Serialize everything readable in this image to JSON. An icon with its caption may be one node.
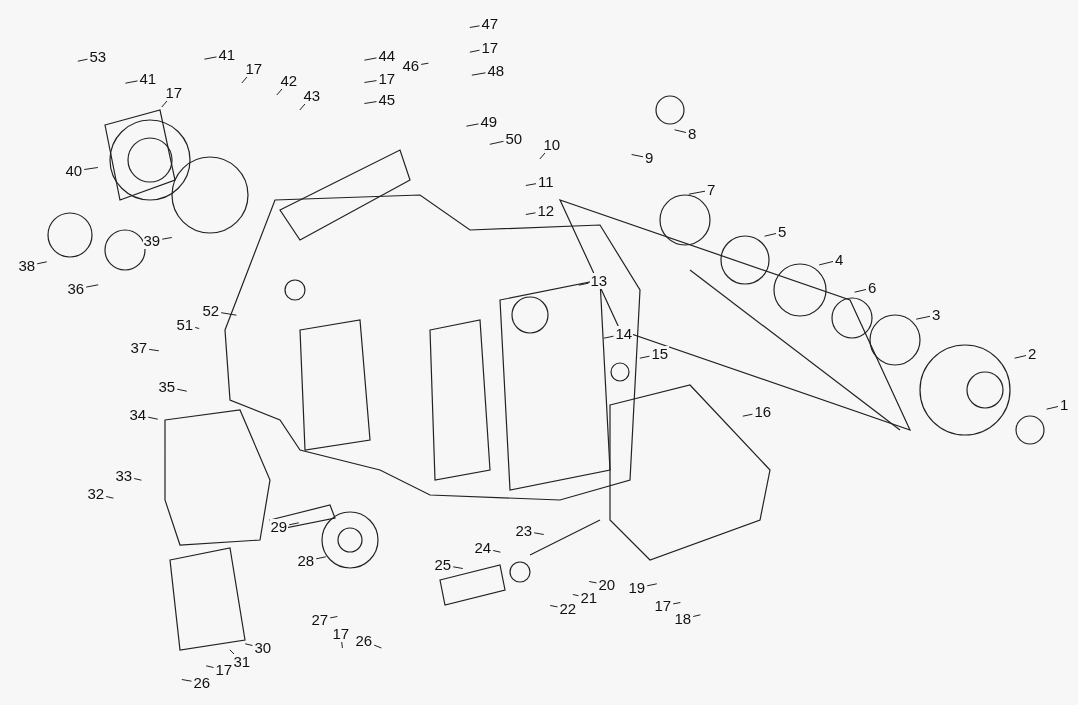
{
  "diagram": {
    "nodes": [
      {
        "text": [
          "47"
        ]
      },
      {
        "text": [
          "17"
        ]
      },
      {
        "text": [
          "41"
        ]
      },
      {
        "text": [
          "44"
        ]
      },
      {
        "text": [
          "53"
        ]
      },
      {
        "text": [
          "46"
        ]
      },
      {
        "text": [
          "17"
        ]
      },
      {
        "text": [
          "48"
        ]
      },
      {
        "text": [
          "41"
        ]
      },
      {
        "text": [
          "17"
        ]
      },
      {
        "text": [
          "42"
        ]
      },
      {
        "text": [
          "17"
        ]
      },
      {
        "text": [
          "43"
        ]
      },
      {
        "text": [
          "45"
        ]
      },
      {
        "text": [
          "49"
        ]
      },
      {
        "text": [
          "8"
        ]
      },
      {
        "text": [
          "50"
        ]
      },
      {
        "text": [
          "10"
        ]
      },
      {
        "text": [
          "9"
        ]
      },
      {
        "text": [
          "40"
        ]
      },
      {
        "text": [
          "11"
        ]
      },
      {
        "text": [
          "7"
        ]
      },
      {
        "text": [
          "12"
        ]
      },
      {
        "text": [
          "5"
        ]
      },
      {
        "text": [
          "39"
        ]
      },
      {
        "text": [
          "4"
        ]
      },
      {
        "text": [
          "38"
        ]
      },
      {
        "text": [
          "13"
        ]
      },
      {
        "text": [
          "6"
        ]
      },
      {
        "text": [
          "36"
        ]
      },
      {
        "text": [
          "52"
        ]
      },
      {
        "text": [
          "3"
        ]
      },
      {
        "text": [
          "51"
        ]
      },
      {
        "text": [
          "14"
        ]
      },
      {
        "text": [
          "37"
        ]
      },
      {
        "text": [
          "2"
        ]
      },
      {
        "text": [
          "15"
        ]
      },
      {
        "text": [
          "35"
        ]
      },
      {
        "text": [
          "1"
        ]
      },
      {
        "text": [
          "16"
        ]
      },
      {
        "text": [
          "34"
        ]
      },
      {
        "text": [
          "33"
        ]
      },
      {
        "text": [
          "32"
        ]
      },
      {
        "text": [
          "29"
        ]
      },
      {
        "text": [
          "23"
        ]
      },
      {
        "text": [
          "24"
        ]
      },
      {
        "text": [
          "28"
        ]
      },
      {
        "text": [
          "25"
        ]
      },
      {
        "text": [
          "20"
        ]
      },
      {
        "text": [
          "19"
        ]
      },
      {
        "text": [
          "21"
        ]
      },
      {
        "text": [
          "17"
        ]
      },
      {
        "text": [
          "22"
        ]
      },
      {
        "text": [
          "27"
        ]
      },
      {
        "text": [
          "18"
        ]
      },
      {
        "text": [
          "17"
        ]
      },
      {
        "text": [
          "26"
        ]
      },
      {
        "text": [
          "30"
        ]
      },
      {
        "text": [
          "31"
        ]
      },
      {
        "text": [
          "17"
        ]
      },
      {
        "text": [
          "26"
        ]
      }
    ],
    "edges": [
      {
        "from": 0,
        "to": null,
        "arrow": "none"
      },
      {
        "from": 1,
        "to": null,
        "arrow": "none"
      },
      {
        "from": 2,
        "to": null,
        "arrow": "none"
      },
      {
        "from": 3,
        "to": null,
        "arrow": "none"
      },
      {
        "from": 4,
        "to": null,
        "arrow": "none"
      },
      {
        "from": 5,
        "to": null,
        "arrow": "none"
      },
      {
        "from": 6,
        "to": null,
        "arrow": "none"
      },
      {
        "from": 7,
        "to": null,
        "arrow": "none"
      },
      {
        "from": 8,
        "to": null,
        "arrow": "none"
      },
      {
        "from": 9,
        "to": null,
        "arrow": "none"
      },
      {
        "from": 10,
        "to": null,
        "arrow": "none"
      },
      {
        "from": 11,
        "to": null,
        "arrow": "none"
      },
      {
        "from": 12,
        "to": null,
        "arrow": "none"
      },
      {
        "from": 13,
        "to": null,
        "arrow": "none"
      },
      {
        "from": 14,
        "to": null,
        "arrow": "none"
      },
      {
        "from": 15,
        "to": null,
        "arrow": "none"
      },
      {
        "from": 16,
        "to": null,
        "arrow": "none"
      },
      {
        "from": 17,
        "to": null,
        "arrow": "none"
      },
      {
        "from": 18,
        "to": null,
        "arrow": "none"
      },
      {
        "from": 19,
        "to": null,
        "arrow": "none"
      },
      {
        "from": 20,
        "to": null,
        "arrow": "none"
      },
      {
        "from": 21,
        "to": null,
        "arrow": "none"
      },
      {
        "from": 22,
        "to": null,
        "arrow": "none"
      },
      {
        "from": 23,
        "to": null,
        "arrow": "none"
      },
      {
        "from": 24,
        "to": null,
        "arrow": "none"
      },
      {
        "from": 25,
        "to": null,
        "arrow": "none"
      },
      {
        "from": 26,
        "to": null,
        "arrow": "none"
      },
      {
        "from": 27,
        "to": null,
        "arrow": "none"
      },
      {
        "from": 28,
        "to": null,
        "arrow": "none"
      },
      {
        "from": 29,
        "to": null,
        "arrow": "none"
      },
      {
        "from": 30,
        "to": null,
        "arrow": "none"
      },
      {
        "from": 31,
        "to": null,
        "arrow": "none"
      },
      {
        "from": 32,
        "to": null,
        "arrow": "none"
      },
      {
        "from": 33,
        "to": null,
        "arrow": "none"
      },
      {
        "from": 34,
        "to": null,
        "arrow": "none"
      },
      {
        "from": 35,
        "to": null,
        "arrow": "none"
      },
      {
        "from": 36,
        "to": null,
        "arrow": "none"
      },
      {
        "from": 37,
        "to": null,
        "arrow": "none"
      },
      {
        "from": 38,
        "to": null,
        "arrow": "none"
      },
      {
        "from": 39,
        "to": null,
        "arrow": "none"
      },
      {
        "from": 40,
        "to": null,
        "arrow": "none"
      },
      {
        "from": 41,
        "to": null,
        "arrow": "none"
      },
      {
        "from": 42,
        "to": null,
        "arrow": "none"
      },
      {
        "from": 43,
        "to": null,
        "arrow": "none"
      },
      {
        "from": 44,
        "to": null,
        "arrow": "none"
      },
      {
        "from": 45,
        "to": null,
        "arrow": "none"
      },
      {
        "from": 46,
        "to": null,
        "arrow": "none"
      },
      {
        "from": 47,
        "to": null,
        "arrow": "none"
      },
      {
        "from": 48,
        "to": null,
        "arrow": "none"
      },
      {
        "from": 49,
        "to": null,
        "arrow": "none"
      },
      {
        "from": 50,
        "to": null,
        "arrow": "none"
      },
      {
        "from": 51,
        "to": null,
        "arrow": "none"
      },
      {
        "from": 52,
        "to": null,
        "arrow": "none"
      },
      {
        "from": 53,
        "to": null,
        "arrow": "none"
      },
      {
        "from": 54,
        "to": null,
        "arrow": "none"
      },
      {
        "from": 55,
        "to": null,
        "arrow": "none"
      },
      {
        "from": 56,
        "to": null,
        "arrow": "none"
      },
      {
        "from": 57,
        "to": null,
        "arrow": "none"
      },
      {
        "from": 58,
        "to": null,
        "arrow": "none"
      },
      {
        "from": 59,
        "to": null,
        "arrow": "none"
      },
      {
        "from": 60,
        "to": null,
        "arrow": "none"
      }
    ]
  }
}
